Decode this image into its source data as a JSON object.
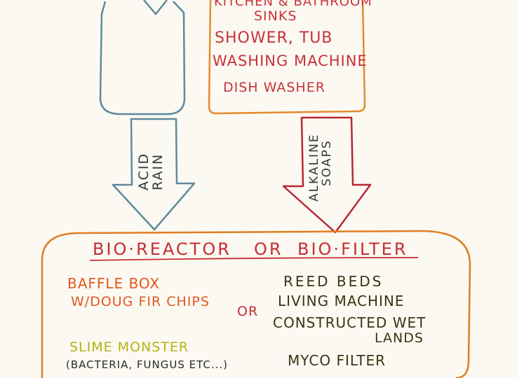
{
  "colors": {
    "rain_tank": "#5f8a9c",
    "greywater_box": "#e58a2c",
    "alkaline_arrow": "#b82832",
    "bio_box": "#e07d22"
  },
  "sources": {
    "greywater_items": [
      "Kitchen & Bathroom",
      "Sinks",
      "Shower, Tub",
      "Washing Machine",
      "Dish Washer"
    ]
  },
  "arrows": {
    "rain_line1": "Acid",
    "rain_line2": "Rain",
    "alkaline_line1": "Alkaline",
    "alkaline_line2": "Soaps"
  },
  "bio": {
    "title_left": "Bio·Reactor",
    "title_or": "or",
    "title_right": "Bio·Filter",
    "left_items": {
      "baffle1": "Baffle Box",
      "baffle2": "w/Doug Fir Chips",
      "slime1": "Slime Monster",
      "slime2": "(Bacteria, Fungus etc...)"
    },
    "middle_or": "or",
    "right_items": [
      "Reed Beds",
      "Living Machine",
      "Constructed Wet",
      "Lands",
      "Myco Filter"
    ]
  }
}
